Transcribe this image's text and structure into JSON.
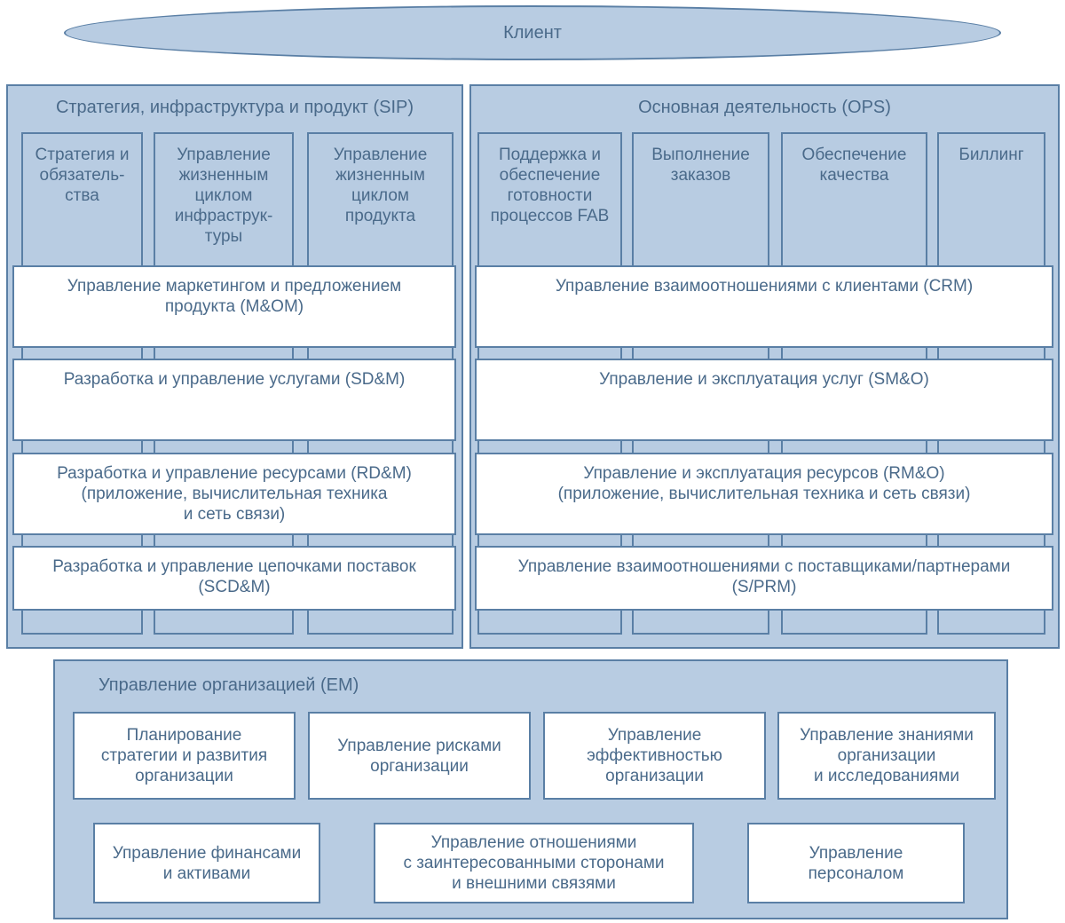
{
  "client": "Клиент",
  "sip": {
    "title": "Стратегия, инфраструктура и продукт (SIP)",
    "columns": [
      "Стратегия и\nобязатель-\nства",
      "Управление\nжизненным\nциклом\nинфраструк-\nтуры",
      "Управление\nжизненным\nциклом\nпродукта"
    ],
    "rows": [
      "Управление маркетингом и предложением\nпродукта (M&OM)",
      "Разработка и управление услугами (SD&M)",
      "Разработка и управление ресурсами (RD&M)\n(приложение, вычислительная техника\nи сеть связи)",
      "Разработка и управление цепочками поставок\n(SCD&M)"
    ]
  },
  "ops": {
    "title": "Основная деятельность (OPS)",
    "columns": [
      "Поддержка и\nобеспечение\nготовности\nпроцессов FAB",
      "Выполнение\nзаказов",
      "Обеспечение\nкачества",
      "Биллинг"
    ],
    "rows": [
      "Управление взаимоотношениями с клиентами (CRM)",
      "Управление и эксплуатация услуг (SM&O)",
      "Управление и эксплуатация ресурсов (RM&O)\n(приложение, вычислительная техника и сеть связи)",
      "Управление взаимоотношениями с поставщиками/партнерами\n(S/PRM)"
    ]
  },
  "em": {
    "title": "Управление организацией (EM)",
    "boxes": [
      "Планирование\nстратегии и развития\nорганизации",
      "Управление рисками\nорганизации",
      "Управление\nэффективностью\nорганизации",
      "Управление знаниями\nорганизации\nи исследованиями",
      "Управление финансами\nи активами",
      "Управление отношениями\nс заинтересованными сторонами\nи внешними связями",
      "Управление\nперсоналом"
    ]
  },
  "colors": {
    "fill": "#b8cce2",
    "border": "#5a7fa5",
    "text": "#4a6a8a",
    "box": "#ffffff"
  }
}
